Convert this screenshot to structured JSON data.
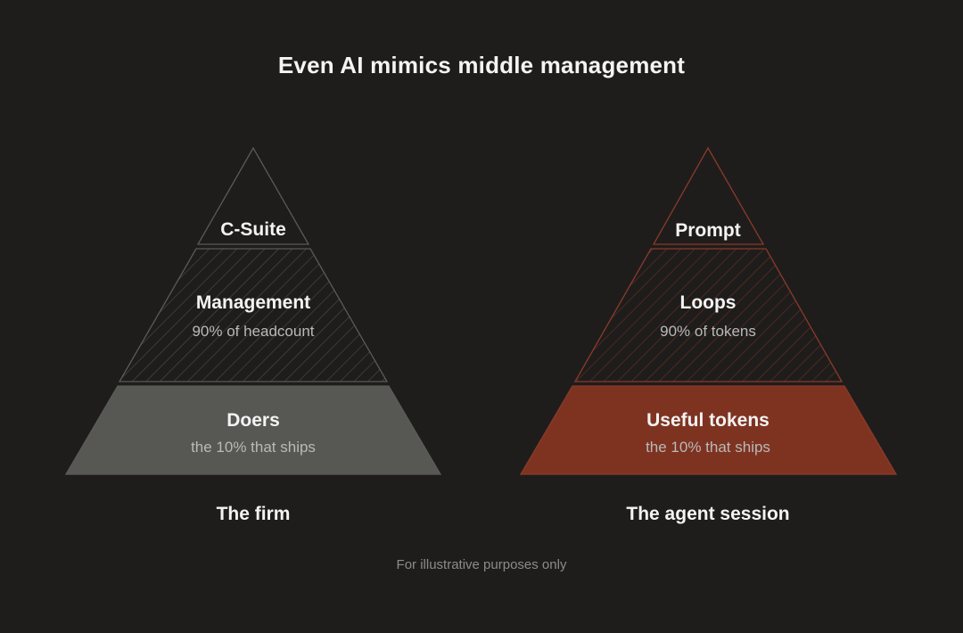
{
  "title": "Even AI mimics middle management",
  "colors": {
    "background": "#1e1d1c",
    "firm_outline": "#5a5a58",
    "firm_base_fill": "#575753",
    "agent_outline": "#8a3a2a",
    "agent_base_fill": "#7e3321"
  },
  "firm": {
    "caption": "The firm",
    "top": {
      "label": "C-Suite"
    },
    "middle": {
      "label": "Management",
      "sublabel": "90% of headcount"
    },
    "bottom": {
      "label": "Doers",
      "sublabel": "the 10% that ships"
    }
  },
  "agent": {
    "caption": "The agent session",
    "top": {
      "label": "Prompt"
    },
    "middle": {
      "label": "Loops",
      "sublabel": "90% of tokens"
    },
    "bottom": {
      "label": "Useful tokens",
      "sublabel": "the 10% that ships"
    }
  },
  "footnote": "For illustrative purposes only"
}
